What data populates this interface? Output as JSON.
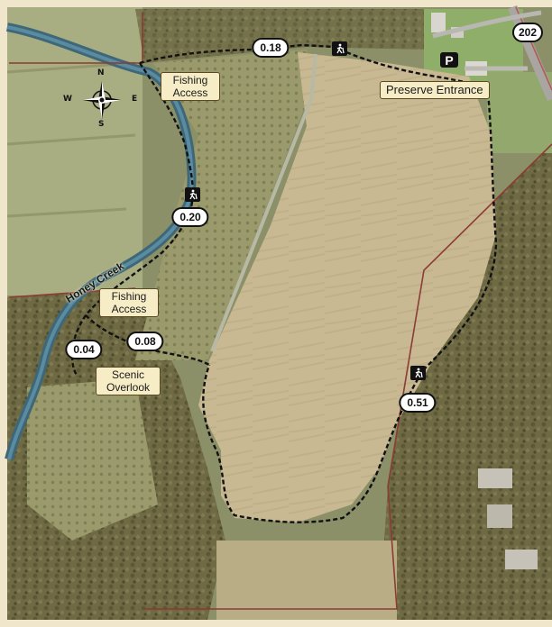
{
  "map": {
    "road_number": "202",
    "parking_symbol": "P",
    "river_name": "Honey Creek",
    "labels": {
      "fishing_access_north": "Fishing Access",
      "fishing_access_south": "Fishing Access",
      "preserve_entrance": "Preserve Entrance",
      "scenic_overlook": "Scenic Overlook"
    },
    "distances": {
      "north": "0.18",
      "west": "0.20",
      "spur_west": "0.08",
      "overlook": "0.04",
      "east": "0.51"
    },
    "compass": {
      "n": "N",
      "s": "S",
      "e": "E",
      "w": "W"
    },
    "icons": {
      "trail": "hiker-icon",
      "parking": "parking-icon",
      "compass": "compass-rose-icon"
    },
    "colors": {
      "frame": "#efe6cc",
      "label_fill": "#f6ecc6",
      "trail": "#111111",
      "creek": "#4f7f93",
      "property_line": "#8c3b35",
      "field": "#c8b993",
      "woods": "#6f6a44"
    }
  }
}
